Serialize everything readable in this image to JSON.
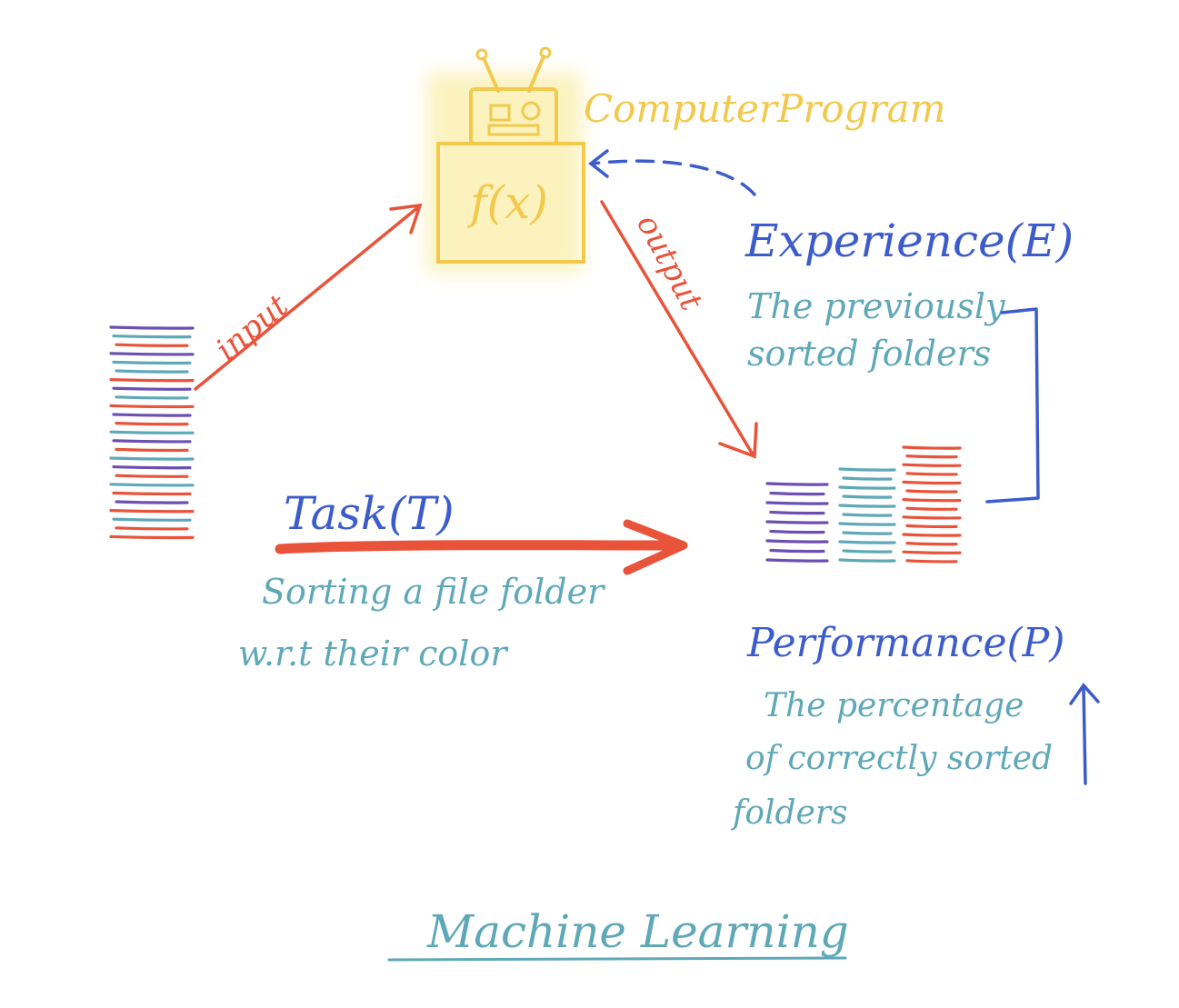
{
  "colors": {
    "yellow": "#f2c94c",
    "yellow_glow": "#fbf1b8",
    "red": "#e8533a",
    "blue": "#3d5ccc",
    "teal": "#5fa8b8",
    "purple": "#6b4fb3"
  },
  "program": {
    "title": "ComputerProgram",
    "function_label": "f(x)",
    "icon": "robot-icon"
  },
  "arrows": {
    "input_label": "input",
    "output_label": "output"
  },
  "task": {
    "title": "Task(T)",
    "desc_line1": "Sorting a file folder",
    "desc_line2": "w.r.t their color"
  },
  "experience": {
    "title": "Experience(E)",
    "desc_line1": "The previously",
    "desc_line2": "sorted folders"
  },
  "performance": {
    "title": "Performance(P)",
    "desc_line1": "The percentage",
    "desc_line2": "of correctly sorted",
    "desc_line3": "folders"
  },
  "footer": {
    "title": "Machine Learning"
  }
}
